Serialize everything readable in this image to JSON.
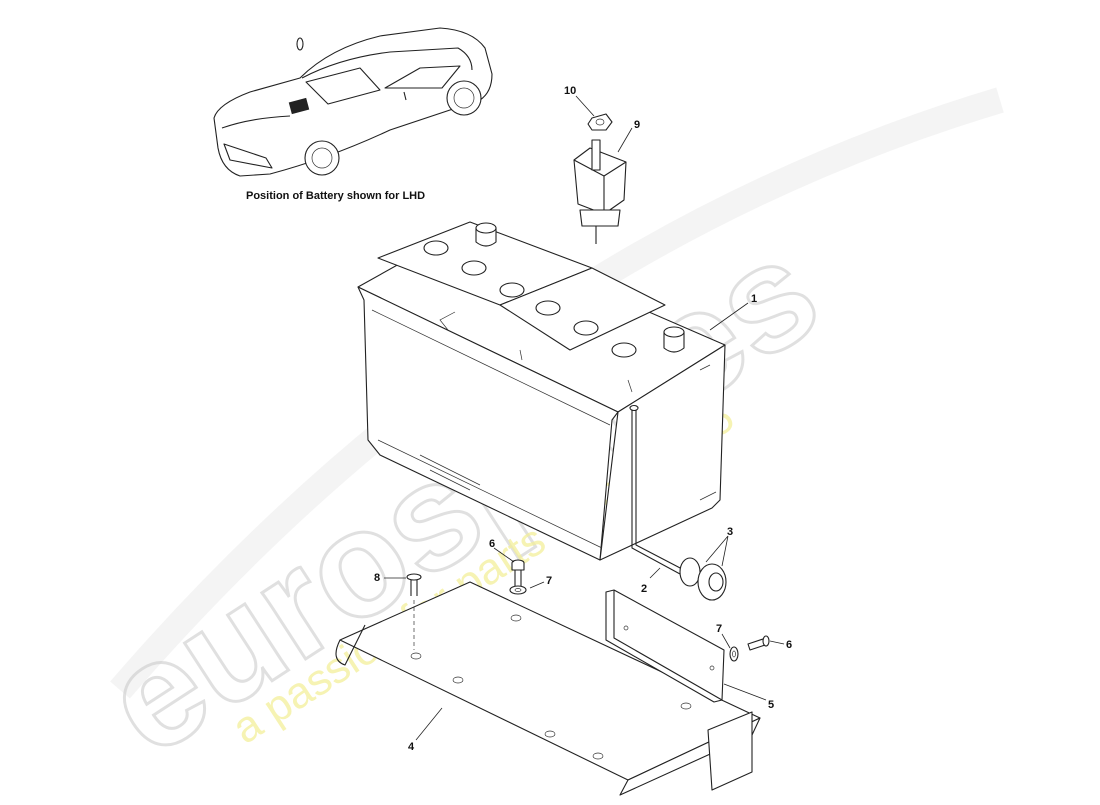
{
  "caption": "Position of Battery shown for LHD",
  "watermark": {
    "brand": "eurospares",
    "tagline": "a passion for parts since 1985"
  },
  "callouts": [
    "1",
    "2",
    "3",
    "4",
    "5",
    "6",
    "6",
    "7",
    "7",
    "8",
    "9",
    "10"
  ],
  "colors": {
    "line": "#222222",
    "watermark_grey": "#c8c8c8",
    "watermark_yellow": "#f3ef9a",
    "battery_highlight": "#222222"
  }
}
